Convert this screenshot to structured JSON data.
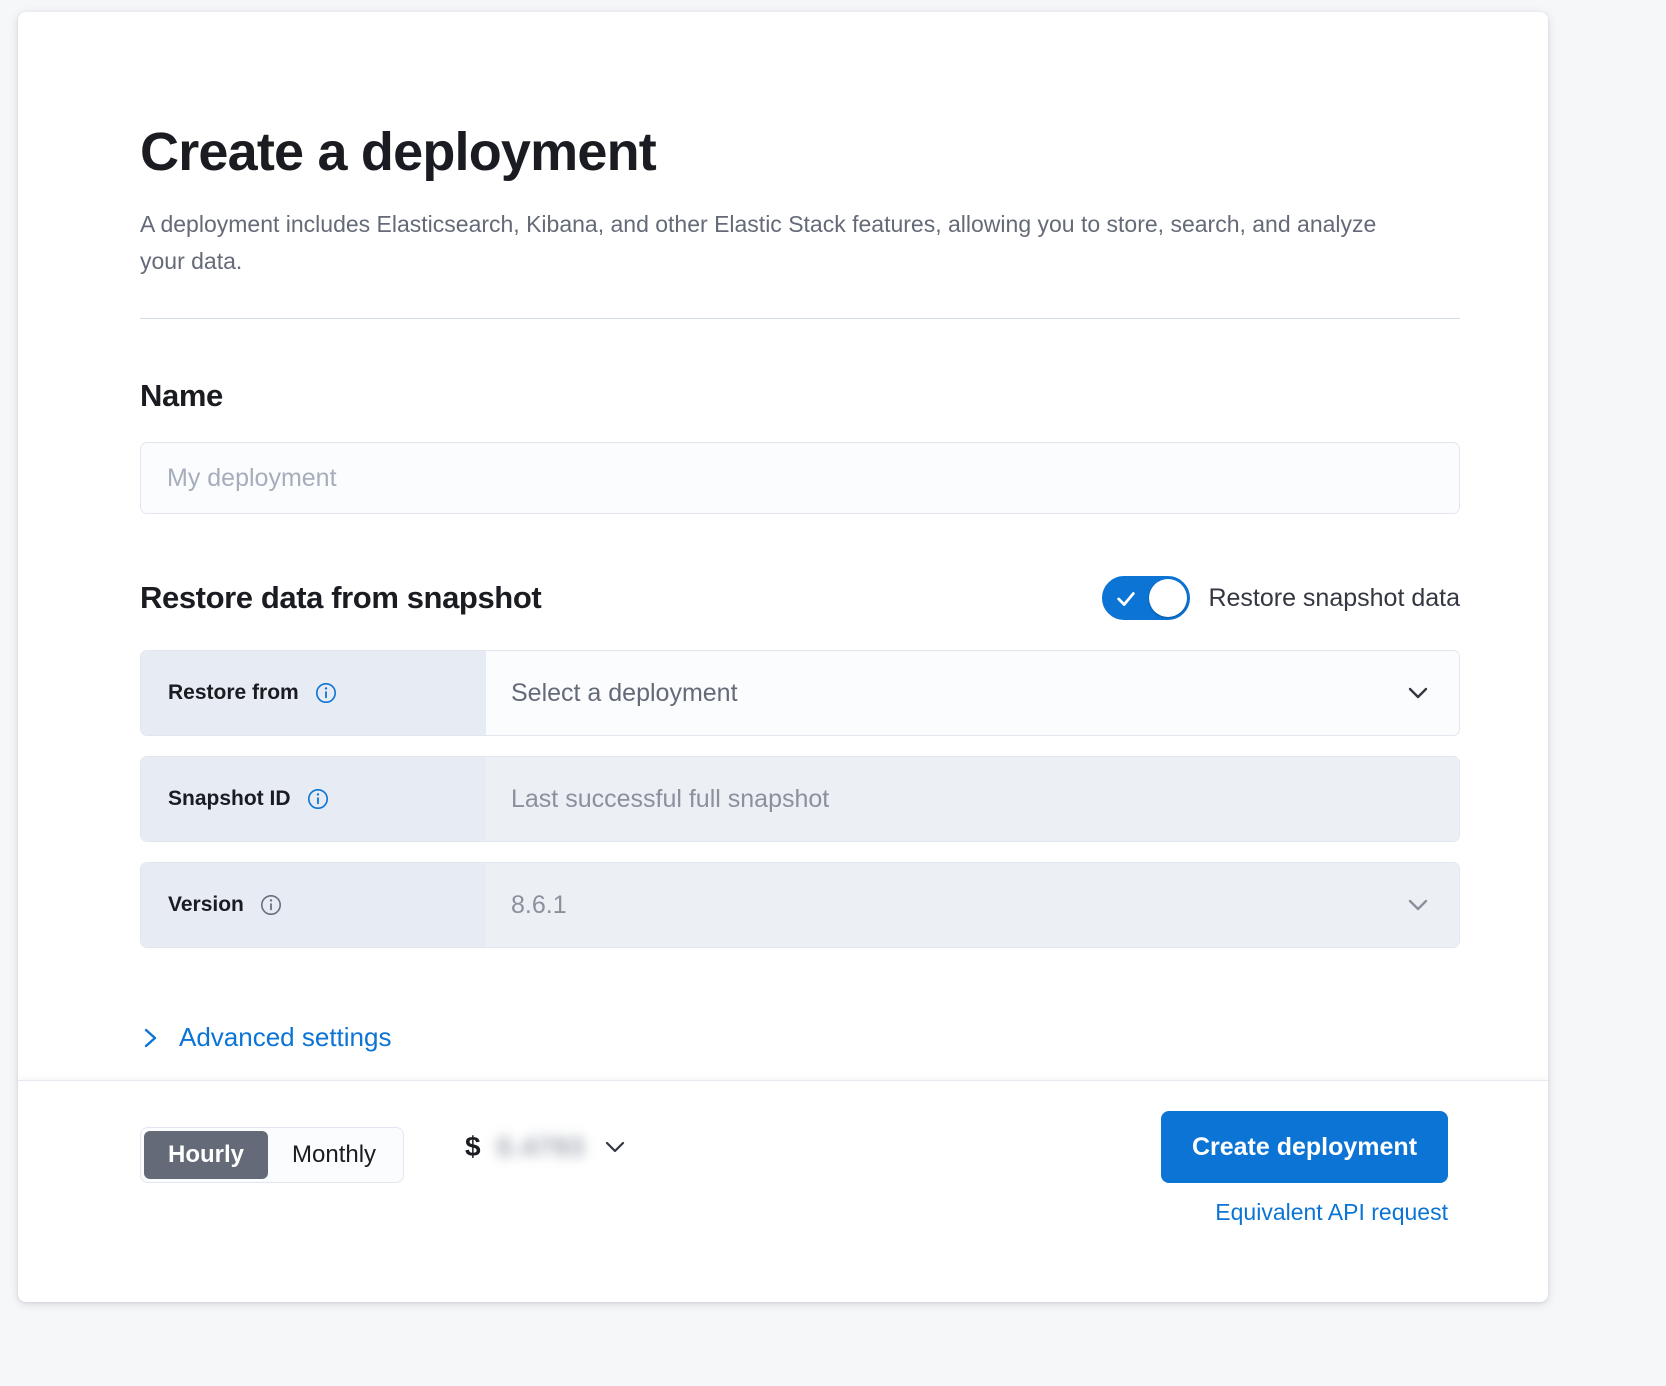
{
  "page": {
    "title": "Create a deployment",
    "description": "A deployment includes Elasticsearch, Kibana, and other Elastic Stack features, allowing you to store, search, and analyze your data."
  },
  "name_section": {
    "heading": "Name",
    "input_value": "",
    "input_placeholder": "My deployment"
  },
  "restore_section": {
    "heading": "Restore data from snapshot",
    "toggle_label": "Restore snapshot data",
    "toggle_on": true,
    "rows": [
      {
        "label": "Restore from",
        "value": "Select a deployment",
        "is_placeholder": true,
        "disabled": false,
        "has_chevron": true,
        "info_icon": "info-icon"
      },
      {
        "label": "Snapshot ID",
        "value": "Last successful full snapshot",
        "is_placeholder": true,
        "disabled": true,
        "has_chevron": false,
        "info_icon": "info-icon"
      },
      {
        "label": "Version",
        "value": "8.6.1",
        "is_placeholder": false,
        "disabled": true,
        "has_chevron": true,
        "info_icon": "info-icon"
      }
    ],
    "advanced_settings_label": "Advanced settings"
  },
  "footer": {
    "billing_options": [
      "Hourly",
      "Monthly"
    ],
    "billing_selected": "Hourly",
    "price_currency_symbol": "$",
    "price_value": "0.4793",
    "price_obscured": true,
    "create_button_label": "Create deployment",
    "api_request_link_label": "Equivalent API request"
  },
  "colors": {
    "accent_blue": "#0b74d4",
    "heading_text": "#1a1c21",
    "muted_text": "#646a77",
    "row_label_bg": "#e7ebf3",
    "row_control_bg": "#fbfcfe",
    "row_disabled_bg": "#eceff4",
    "page_bg": "#f6f7f9",
    "billing_selected_bg": "#646a77"
  }
}
